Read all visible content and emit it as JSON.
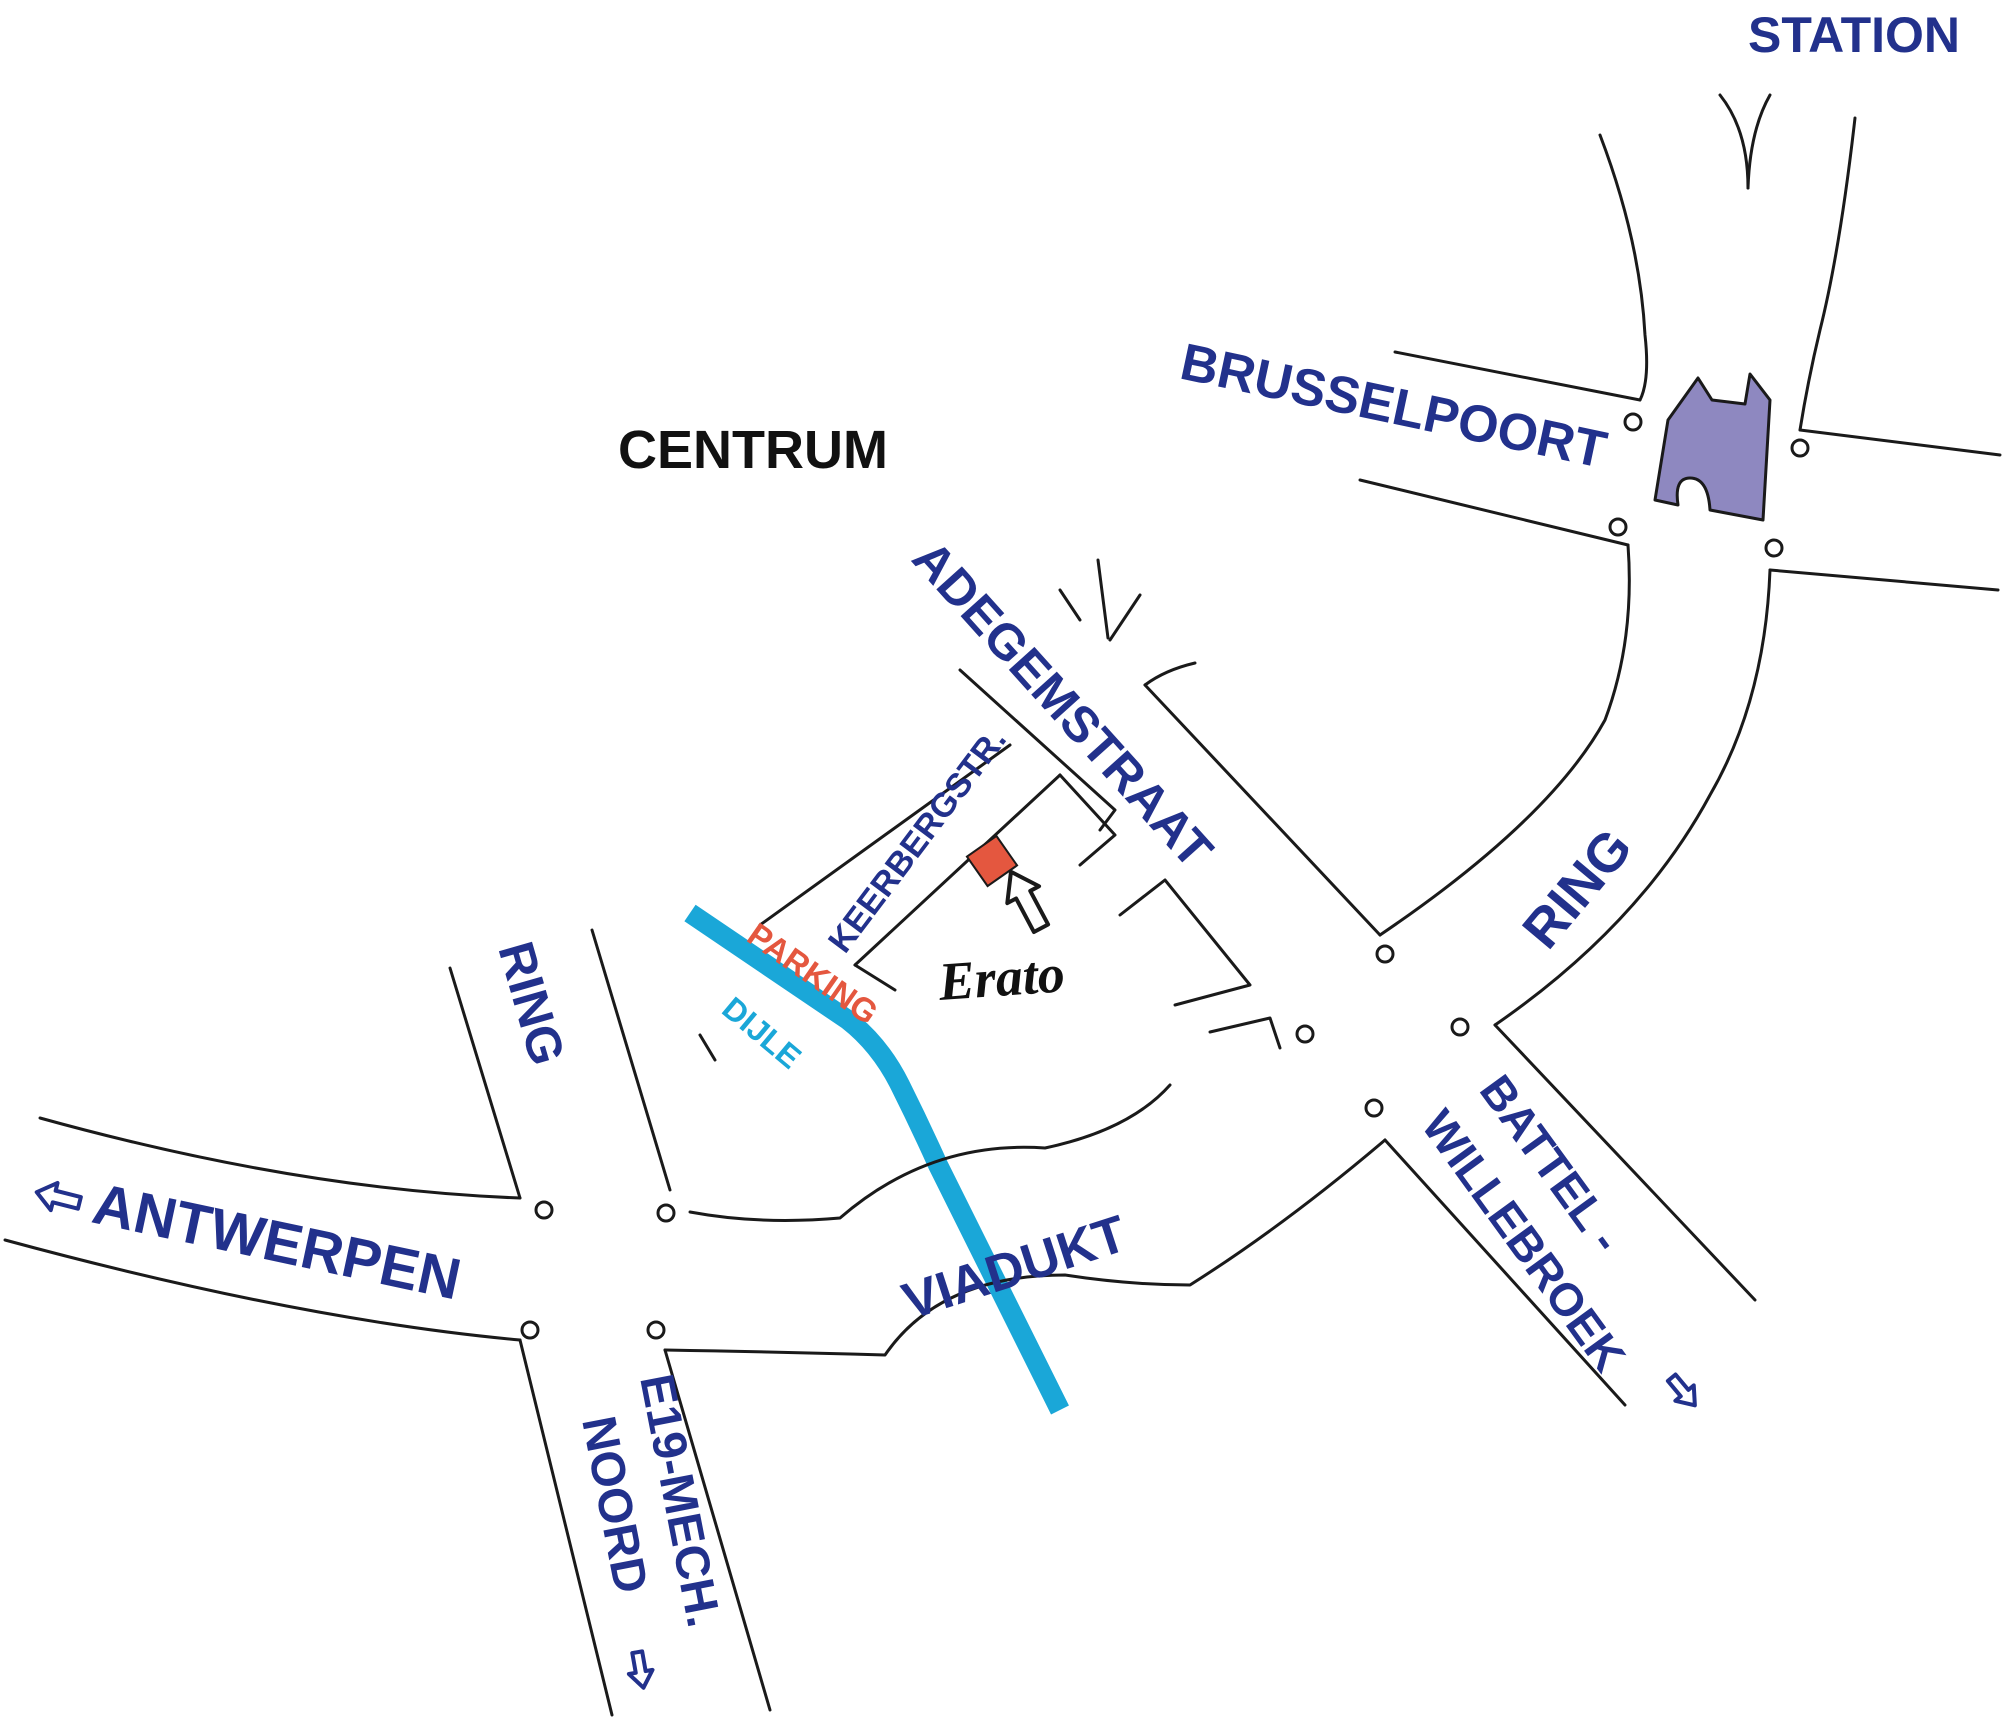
{
  "map": {
    "labels": {
      "station": "STATION",
      "brusselpoort": "BRUSSELPOORT",
      "centrum": "CENTRUM",
      "adegemstraat": "ADEGEMSTRAAT",
      "keerbergstr": "KEERBERGSTR.",
      "parking": "PARKING",
      "dijle": "DIJLE",
      "ring_east": "RING",
      "ring_west": "RING",
      "antwerpen": "ANTWERPEN",
      "viadukt": "VIADUKT",
      "battel": "BATTEL -",
      "willebroek": "WILLEBROEK",
      "e19": "E19-MECH.",
      "noord": "NOORD"
    },
    "destination": {
      "name": "Erato",
      "icon": "arrow-up-icon"
    },
    "colors": {
      "label": "#22318c",
      "road": "#1a1a1a",
      "river": "#1aa7d8",
      "parking": "#e4573f",
      "building": "#e4573f",
      "gate": "#8e88c0"
    },
    "icons": {
      "gate": "castle-gate-icon",
      "direction": "exit-arrow-icon"
    }
  }
}
